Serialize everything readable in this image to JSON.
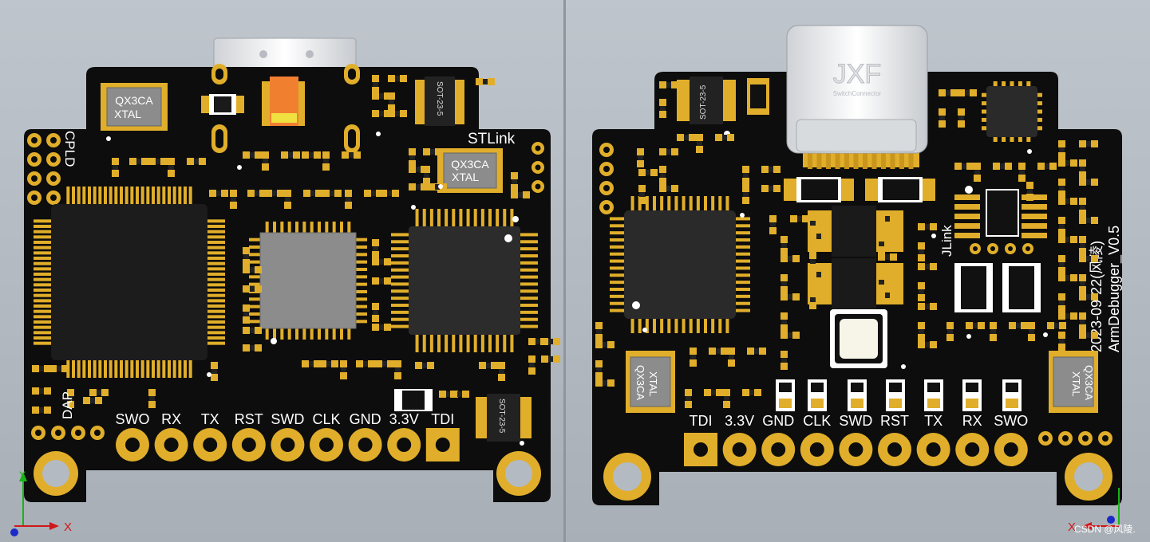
{
  "colors": {
    "background": "#b4bac2",
    "board": "#0d0d0d",
    "pad_gold": "#e0ae2a",
    "silkscreen": "#ffffff",
    "chip_dark": "#2a2a2a",
    "chip_grey": "#8c8c8c",
    "led_orange": "#f08030"
  },
  "left_view": {
    "side_labels": {
      "cpld": "CPLD",
      "dap": "DAP",
      "stlink": "STLink"
    },
    "crystal_left": {
      "line1": "QX3CA",
      "line2": "XTAL"
    },
    "crystal_right": {
      "line1": "QX3CA",
      "line2": "XTAL"
    },
    "sot_top": "SOT-23-5",
    "sot_bottom": "SOT-23-5",
    "pin_labels": [
      "SWO",
      "RX",
      "TX",
      "RST",
      "SWD",
      "CLK",
      "GND",
      "3.3V",
      "TDI"
    ],
    "axis": {
      "x": "X",
      "y": "Y"
    }
  },
  "right_view": {
    "usb_brand": "JXF",
    "usb_subtext": "SwitchConnector",
    "sot": "SOT-23-5",
    "jlink": "JLink",
    "crystal_left": {
      "line1": "QX3CA",
      "line2": "XTAL"
    },
    "crystal_right": {
      "line1": "QX3CA",
      "line2": "XTAL"
    },
    "date_line": "2023-09-22(风陵)",
    "version_line": "ArmDebugger_V0.5",
    "pin_labels": [
      "TDI",
      "3.3V",
      "GND",
      "CLK",
      "SWD",
      "RST",
      "TX",
      "RX",
      "SWO"
    ],
    "axis": {
      "x": "X"
    }
  },
  "watermark": "CSDN @风陵."
}
